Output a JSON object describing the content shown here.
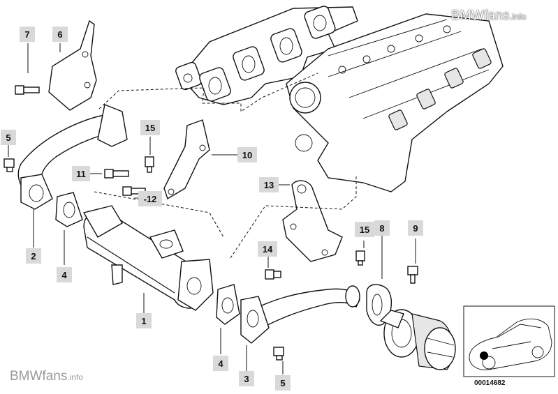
{
  "watermark_top": {
    "brand": "BMWfans",
    "suffix": ".info"
  },
  "watermark_bottom": {
    "brand": "BMWfans",
    "suffix": ".info"
  },
  "reference_code": "00014682",
  "callouts": [
    {
      "id": "c7",
      "label": "7"
    },
    {
      "id": "c6",
      "label": "6"
    },
    {
      "id": "c5a",
      "label": "5"
    },
    {
      "id": "c15a",
      "label": "15"
    },
    {
      "id": "c10",
      "label": "10"
    },
    {
      "id": "c11",
      "label": "11"
    },
    {
      "id": "c12",
      "label": "-12"
    },
    {
      "id": "c13",
      "label": "13"
    },
    {
      "id": "c15b",
      "label": "15"
    },
    {
      "id": "c8",
      "label": "8"
    },
    {
      "id": "c9",
      "label": "9"
    },
    {
      "id": "c14",
      "label": "14"
    },
    {
      "id": "c2",
      "label": "2"
    },
    {
      "id": "c4a",
      "label": "4"
    },
    {
      "id": "c1",
      "label": "1"
    },
    {
      "id": "c4b",
      "label": "4"
    },
    {
      "id": "c3",
      "label": "3"
    },
    {
      "id": "c5b",
      "label": "5"
    }
  ]
}
